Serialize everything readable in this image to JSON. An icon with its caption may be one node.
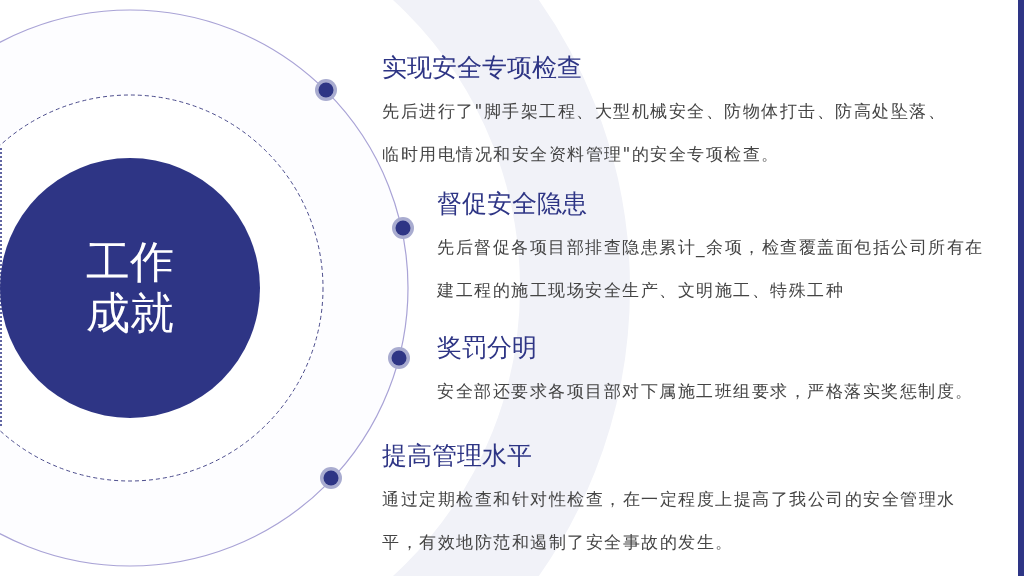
{
  "diagram": {
    "nodes": [
      {
        "text": [
          "工作成就"
        ]
      },
      {
        "text": [
          "实现安全专项检查",
          "先后进行了\"脚手架工程、大型机械安全、防物体打击、防高处坠落、临时用电情况和安全资料管理\"的安全专项检查。"
        ]
      },
      {
        "text": [
          "督促安全隐患",
          "先后督促各项目部排查隐患累计_余项，检查覆盖面包括公司所有在建工程的施工现场安全生产、文明施工、特殊工种"
        ]
      },
      {
        "text": [
          "奖罚分明",
          "安全部还要求各项目部对下属施工班组要求，严格落实奖惩制度。"
        ]
      },
      {
        "text": [
          "提高管理水平",
          "通过定期检查和针对性检查，在一定程度上提高了我公司的安全管理水平，有效地防范和遏制了安全事故的发生。"
        ]
      }
    ]
  }
}
